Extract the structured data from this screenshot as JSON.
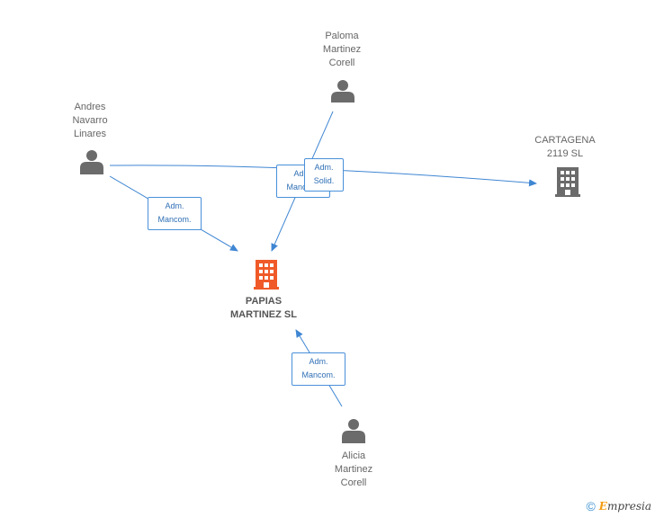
{
  "colors": {
    "edge": "#3f86d3",
    "person_icon": "#6b6b6b",
    "company_icon": "#6b6b6b",
    "main_company_icon": "#f05a28"
  },
  "nodes": {
    "paloma": {
      "label": "Paloma\nMartinez\nCorell",
      "icon": "person-icon"
    },
    "andres": {
      "label": "Andres\nNavarro\nLinares",
      "icon": "person-icon"
    },
    "cartagena": {
      "label": "CARTAGENA\n2119 SL",
      "icon": "building-icon"
    },
    "papias": {
      "label": "PAPIAS\nMARTINEZ SL",
      "icon": "building-icon"
    },
    "alicia": {
      "label": "Alicia\nMartinez\nCorell",
      "icon": "person-icon"
    }
  },
  "edges": {
    "andres_papias": "Adm.\nMancom.",
    "paloma_papias": "Adm.\nMancom.",
    "andres_cartagena": "Adm.\nSolid.",
    "alicia_papias": "Adm.\nMancom."
  },
  "footer": {
    "copyright_symbol": "©",
    "brand_first": "E",
    "brand_rest": "mpresia"
  }
}
